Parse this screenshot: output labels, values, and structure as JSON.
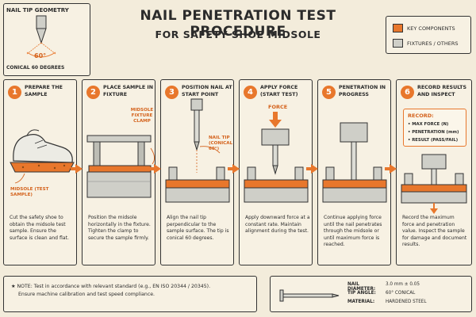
{
  "header": {
    "title": "NAIL PENETRATION TEST PROCEDURE",
    "subtitle": "FOR SAFETY SHOE MIDSOLE"
  },
  "nail_tip": {
    "title": "NAIL TIP GEOMETRY",
    "angle_label": "60°",
    "caption": "CONICAL 60 DEGREES"
  },
  "legend": {
    "items": [
      {
        "label": "KEY COMPONENTS",
        "color": "#e8772c"
      },
      {
        "label": "FIXTURES / OTHERS",
        "color": "#cfcfc8"
      }
    ]
  },
  "steps": [
    {
      "num": "1",
      "title": "PREPARE THE SAMPLE",
      "desc": "Cut the safety shoe to obtain the midsole test sample. Ensure the surface is clean and flat.",
      "callout": "MIDSOLE (TEST SAMPLE)"
    },
    {
      "num": "2",
      "title": "PLACE SAMPLE IN FIXTURE",
      "desc": "Position the midsole horizontally in the fixture. Tighten the clamp to secure the sample firmly.",
      "callout": "MIDSOLE FIXTURE CLAMP"
    },
    {
      "num": "3",
      "title": "POSITION NAIL AT START POINT",
      "desc": "Align the nail tip perpendicular to the sample surface. The tip is conical 60 degrees.",
      "callout": "NAIL TIP (CONICAL 60°)"
    },
    {
      "num": "4",
      "title": "APPLY FORCE (START TEST)",
      "desc": "Apply downward force at a constant rate. Maintain alignment during the test.",
      "callout": "FORCE"
    },
    {
      "num": "5",
      "title": "PENETRATION IN PROGRESS",
      "desc": "Continue applying force until the nail penetrates through the midsole or until maximum force is reached.",
      "callout": ""
    },
    {
      "num": "6",
      "title": "RECORD RESULTS AND INSPECT",
      "desc": "Record the maximum force and penetration value. Inspect the sample for damage and document results.",
      "callout": ""
    }
  ],
  "record": {
    "title": "RECORD:",
    "items": [
      "• MAX FORCE (N)",
      "• PENETRATION (mm)",
      "• RESULT (PASS/FAIL)"
    ]
  },
  "note": {
    "star": "★",
    "line1": "NOTE: Test in accordance with relevant standard (e.g., EN ISO 20344 / 20345).",
    "line2": "Ensure machine calibration and test speed compliance."
  },
  "spec": {
    "rows": [
      {
        "k": "NAIL DIAMETER:",
        "v": "3.0 mm ± 0.05"
      },
      {
        "k": "TIP ANGLE:",
        "v": "60° CONICAL"
      },
      {
        "k": "MATERIAL:",
        "v": "HARDENED STEEL"
      }
    ]
  }
}
